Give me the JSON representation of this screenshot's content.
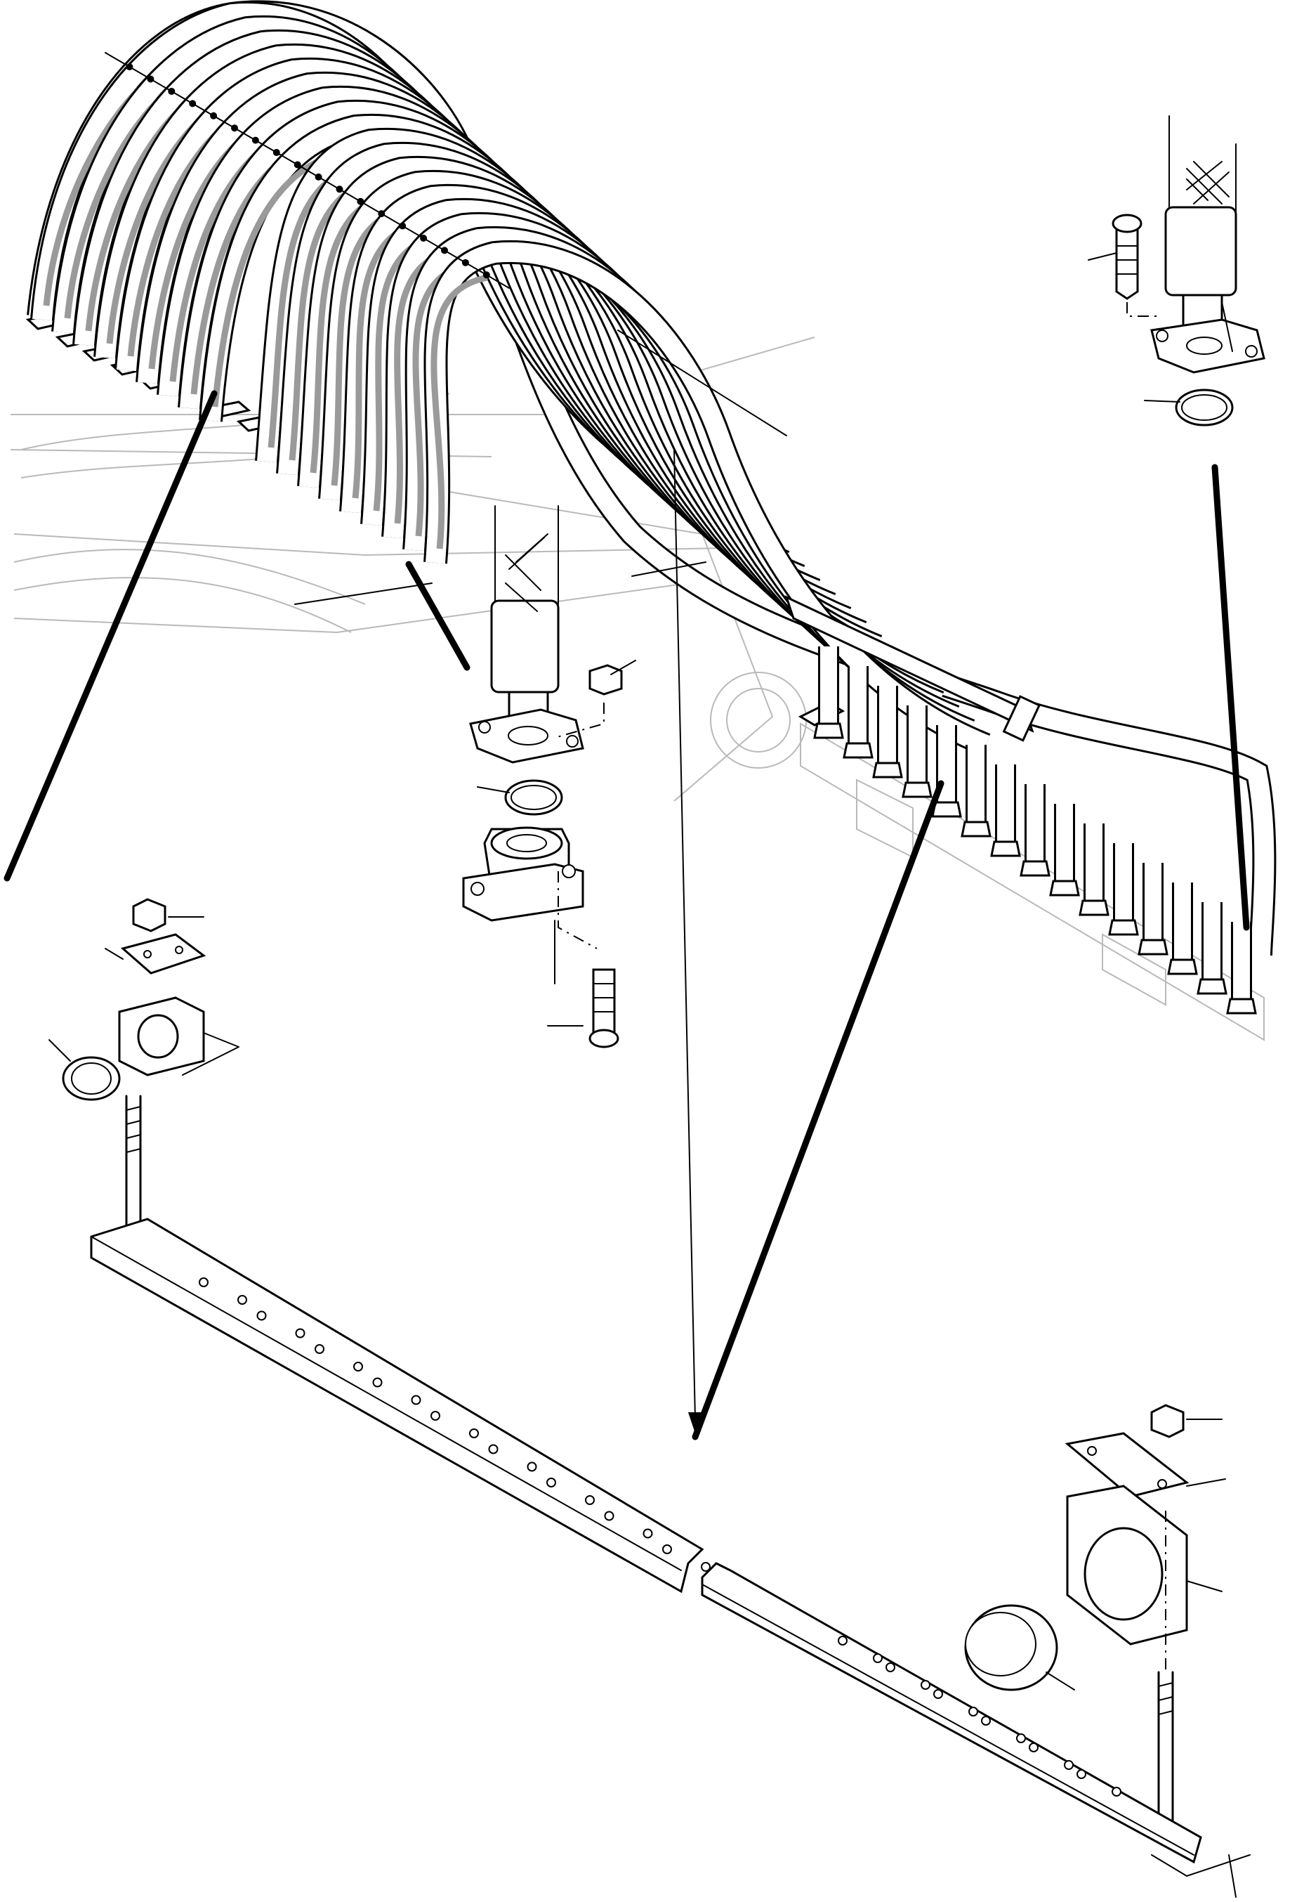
{
  "diagram": {
    "kind": "exploded hydraulic hose assembly illustration",
    "text_labels": [],
    "hose_count_top": 18,
    "hose_count_right": 15,
    "callouts": [
      "hose-bundle",
      "hose-flange-detail-top-right",
      "hose-flange-detail-center",
      "clamp-left",
      "clamp-right",
      "clamp-rail"
    ]
  }
}
